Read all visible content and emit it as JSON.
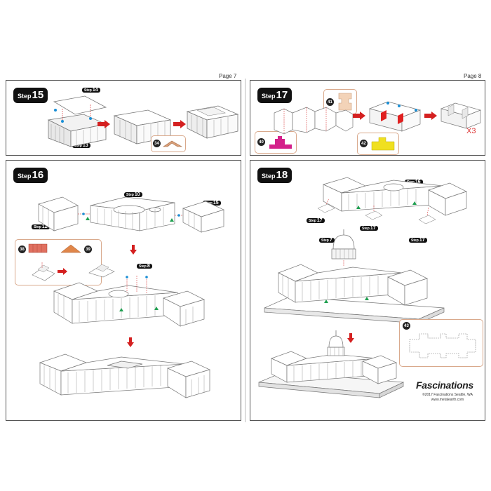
{
  "pages": {
    "left": "Page 7",
    "right": "Page 8"
  },
  "steps": {
    "s15": {
      "word": "Step",
      "num": "15"
    },
    "s16": {
      "word": "Step",
      "num": "16"
    },
    "s17": {
      "word": "Step",
      "num": "17"
    },
    "s18": {
      "word": "Step",
      "num": "18"
    }
  },
  "refs": {
    "r14": {
      "word": "Step",
      "num": "14"
    },
    "r13": {
      "word": "Step",
      "num": "13"
    },
    "r10": {
      "word": "Step",
      "num": "10"
    },
    "r15": {
      "word": "Step",
      "num": "15"
    },
    "r12": {
      "word": "Step",
      "num": "12"
    },
    "r8": {
      "word": "Step",
      "num": "8"
    },
    "r16b": {
      "word": "Step",
      "num": "16"
    },
    "r17a": {
      "word": "Step",
      "num": "17"
    },
    "r17b": {
      "word": "Step",
      "num": "17"
    },
    "r17c": {
      "word": "Step",
      "num": "17"
    },
    "r7": {
      "word": "Step",
      "num": "7"
    }
  },
  "parts": {
    "p34": "34",
    "p38": "38",
    "p39": "39",
    "p40": "40",
    "p41": "41",
    "p42": "42",
    "p43": "43"
  },
  "multiplier": "X3",
  "brand": {
    "name": "Fascinations",
    "copyright": "©2017 Fascinations Seattle, WA",
    "url": "www.metalearth.com"
  },
  "colors": {
    "arrow": "#d42020",
    "magenta": "#d4208a",
    "yellow": "#f0e020",
    "part_outline": "#d9a98c",
    "red_part": "#e02020"
  }
}
